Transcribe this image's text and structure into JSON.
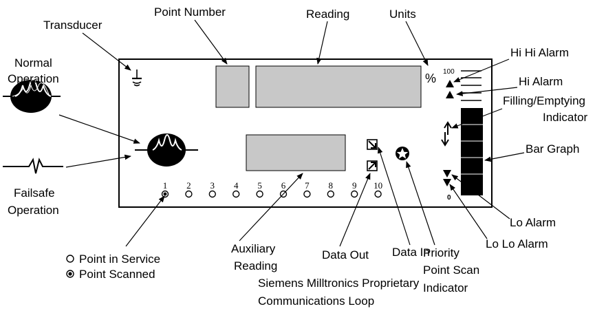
{
  "labels": {
    "point_number": "Point Number",
    "reading": "Reading",
    "units": "Units",
    "transducer": "Transducer",
    "normal_operation": [
      "Normal",
      "Operation"
    ],
    "failsafe_operation": [
      "Failsafe",
      "Operation"
    ],
    "hi_hi_alarm": "Hi Hi Alarm",
    "hi_alarm": "Hi Alarm",
    "filling_emptying": [
      "Filling/Emptying",
      "Indicator"
    ],
    "bar_graph": "Bar Graph",
    "lo_alarm": "Lo Alarm",
    "lo_lo_alarm": "Lo Lo Alarm",
    "auxiliary_reading": [
      "Auxiliary",
      "Reading"
    ],
    "data_out": "Data Out",
    "data_in": "Data In",
    "priority_scan": [
      "Priority",
      "Point Scan",
      "Indicator"
    ],
    "comm_loop": [
      "Siemens Milltronics Proprietary",
      "Communications Loop"
    ],
    "point_in_service": "Point in Service",
    "point_scanned": "Point Scanned"
  },
  "display": {
    "units_symbol": "%",
    "bar_top": "100",
    "bar_bottom": "0",
    "point_numbers": [
      "1",
      "2",
      "3",
      "4",
      "5",
      "6",
      "7",
      "8",
      "9",
      "10"
    ],
    "scanned_point": "1"
  },
  "icons": {
    "transducer": "transducer-icon",
    "normal": "normal-echo-icon",
    "failsafe": "failsafe-echo-icon",
    "data_out": "data-out-icon",
    "data_in": "data-in-icon",
    "priority": "star-circle-icon"
  }
}
